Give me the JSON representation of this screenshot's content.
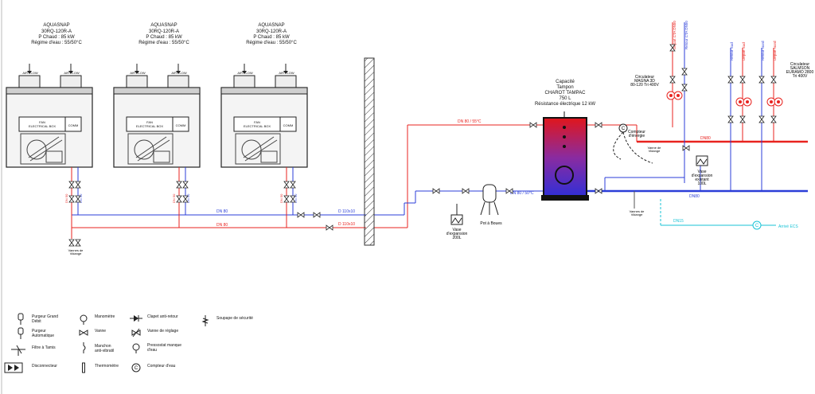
{
  "colors": {
    "supply_hot": "#e8231f",
    "return": "#2b3ed8",
    "domestic_water": "#19c3d6",
    "unit_outline": "#222222",
    "unit_panel": "#d9d9d9",
    "tank_top": "#e0161b",
    "tank_bottom": "#2f2fd8"
  },
  "units": [
    {
      "name": "AQUASNAP",
      "model": "30RQ-120R-A",
      "power": "P Chaud : 85 kW",
      "regime": "Régime d'eau : 55/50°C",
      "air_flow_1": "AIR FLOW",
      "air_flow_2": "AIR FLOW",
      "fan_box": "FAN\nELECTRICAL BOX",
      "comm": "COMM",
      "dn_left": "DN 50",
      "dn_right": "DN 50"
    },
    {
      "name": "AQUASNAP",
      "model": "30RQ-120R-A",
      "power": "P Chaud : 85 kW",
      "regime": "Régime d'eau : 55/50°C",
      "air_flow_1": "AIR FLOW",
      "air_flow_2": "AIR FLOW",
      "fan_box": "FAN\nELECTRICAL BOX",
      "comm": "COMM",
      "dn_left": "DN 50",
      "dn_right": "DN 50"
    },
    {
      "name": "AQUASNAP",
      "model": "30RQ-120R-A",
      "power": "P Chaud : 85 kW",
      "regime": "Régime d'eau : 55/50°C",
      "air_flow_1": "AIR FLOW",
      "air_flow_2": "AIR FLOW",
      "fan_box": "FAN\nELECTRICAL BOX",
      "comm": "COMM",
      "dn_left": "DN 50",
      "dn_right": "DN 50"
    }
  ],
  "pipes": {
    "dn80_return": "DN 80",
    "dn80_supply": "DN 80",
    "d110_top": "D 110x10",
    "d110_bottom": "D 110x10",
    "dn80_55": "DN 80 / 55°C",
    "dn80_50": "DN 80 / 50°C",
    "dn80_right_supply": "DN80",
    "dn80_right_return": "DN80",
    "dn15": "DN15"
  },
  "tank": {
    "line1": "Capacité",
    "line2": "Tampon",
    "line3": "CHAROT TAMPAC",
    "line4": "750 L",
    "line5": "Résistance électrique 12 kW"
  },
  "labels": {
    "vannes_vidange_left": "Vannes de\nVidange",
    "vase_200": "Vase\nd'expansion\n200L",
    "pot_boues": "Pot à Boues",
    "compteur_energie": "Compteur\nd'énergie",
    "vanne_vidange_mid": "Vanne de\nVidange",
    "vanne_vidange_bottom": "Vannes de\nVidange",
    "vase_100": "Vase\nd'expansion\nexistant\n100L",
    "circ_magna": "Circulateur\nMAGNA 3D\n80-120 Tri 400V",
    "circ_salmson": "Circulateur\nSALMSON\nEURAMO 2800\nTri 400V",
    "eau_ecs": "Arrivé ECS",
    "depart_cta": "Départ CTA DN50",
    "retour_cta": "Retour CTA DN50",
    "retour_sud": "Retour Sud",
    "depart_sud": "Départ Sud",
    "retour_nord": "Retour Nord",
    "depart_nord": "Départ Nord"
  },
  "legend": [
    {
      "icon": "purgeur-grand-debit-icon",
      "text": "Purgeur Grand\nDébit"
    },
    {
      "icon": "purgeur-automatique-icon",
      "text": "Purgeur\nAutomatique"
    },
    {
      "icon": "filtre-tamis-icon",
      "text": "Filtre à Tamis"
    },
    {
      "icon": "disconnecteur-icon",
      "text": "Disconnecteur"
    },
    {
      "icon": "manometre-icon",
      "text": "Manomètre"
    },
    {
      "icon": "vanne-icon",
      "text": "Vanne"
    },
    {
      "icon": "manchon-icon",
      "text": "Manchon\nanti-vibratil"
    },
    {
      "icon": "thermometre-icon",
      "text": "Thermomètre"
    },
    {
      "icon": "clapet-icon",
      "text": "Clapet anti-retour"
    },
    {
      "icon": "vanne-reglage-icon",
      "text": "Vanne de réglage"
    },
    {
      "icon": "pressostat-icon",
      "text": "Pressostat manque\nd'eau"
    },
    {
      "icon": "compteur-eau-icon",
      "text": "Compteur d'eau"
    },
    {
      "icon": "soupape-icon",
      "text": "Soupape de sécurité"
    }
  ]
}
